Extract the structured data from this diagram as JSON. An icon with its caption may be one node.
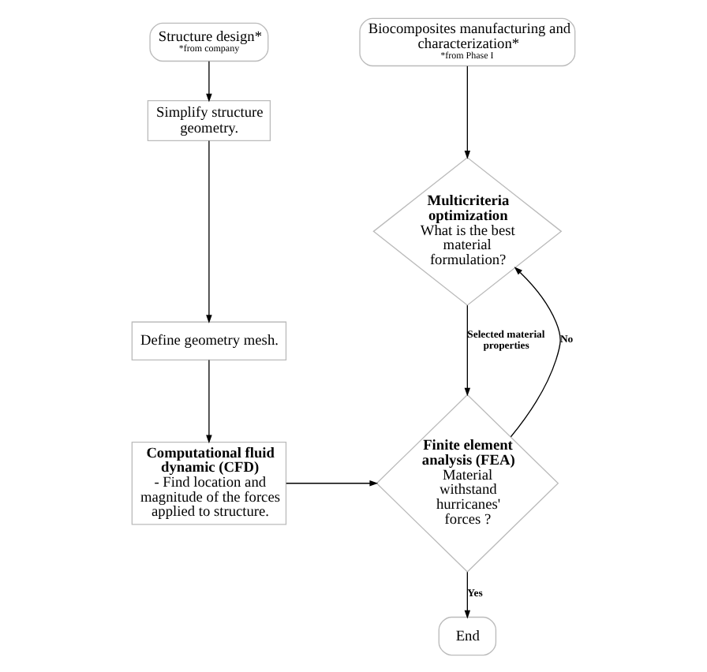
{
  "diagram": {
    "nodes": [
      {
        "text": [
          "Structure design*",
          "*from company"
        ]
      },
      {
        "text": [
          "Simplify structure geometry."
        ]
      },
      {
        "text": [
          "Define geometry mesh."
        ]
      },
      {
        "text": [
          "Computational fluid dynamic (CFD)",
          "- Find location and magnitude of the forces applied to structure."
        ]
      },
      {
        "text": [
          "Biocomposites manufacturing and characterization*",
          "*from Phase I"
        ]
      },
      {
        "text": [
          "Multicriteria optimization",
          "What is the best material formulation?"
        ]
      },
      {
        "text": [
          "Finite element analysis (FEA)",
          "Material withstand hurricanes' forces ?"
        ]
      },
      {
        "text": [
          "End"
        ]
      }
    ],
    "edges": [
      {
        "from": 0,
        "to": 1,
        "arrow": "to"
      },
      {
        "from": 1,
        "to": 2,
        "arrow": "to"
      },
      {
        "from": 2,
        "to": 3,
        "arrow": "to"
      },
      {
        "from": 3,
        "to": 6,
        "arrow": "to"
      },
      {
        "from": 4,
        "to": 5,
        "arrow": "to"
      },
      {
        "from": 5,
        "to": 6,
        "label": "Selected material properties",
        "arrow": "to"
      },
      {
        "from": 6,
        "to": 7,
        "label": "Yes",
        "arrow": "to"
      },
      {
        "from": 6,
        "to": 5,
        "label": "No",
        "arrow": "to"
      }
    ]
  }
}
